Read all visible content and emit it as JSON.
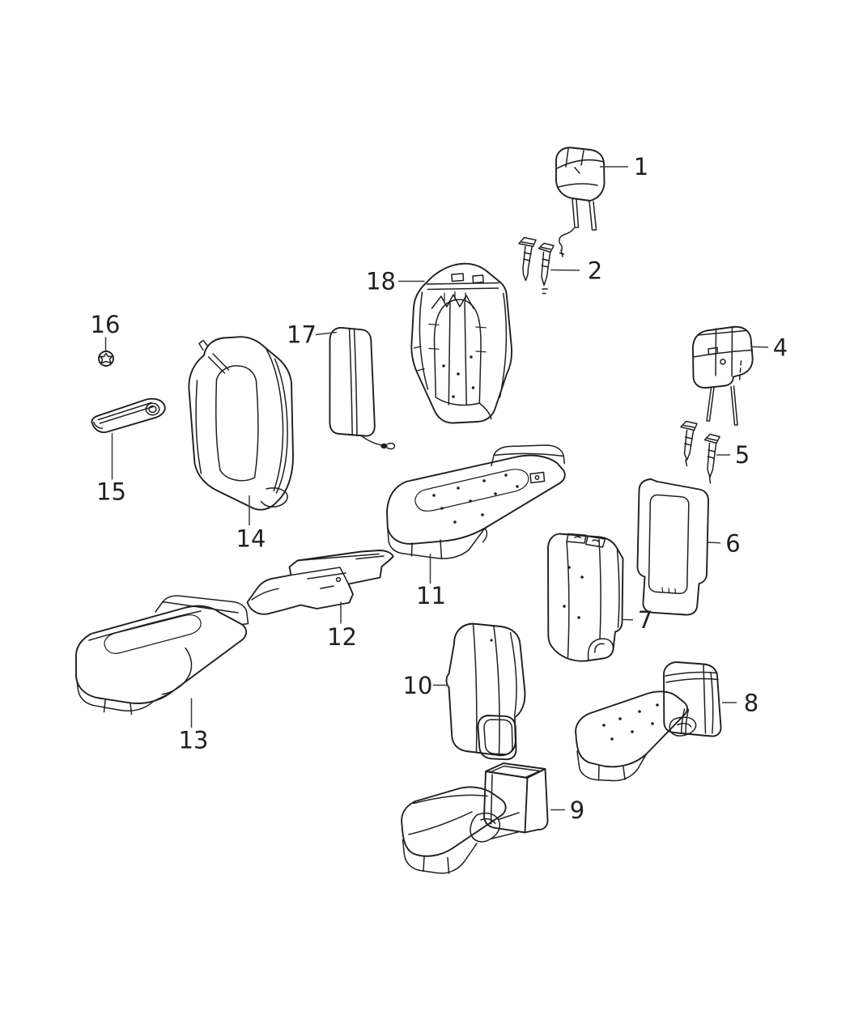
{
  "diagram": {
    "colors": {
      "background": "#ffffff",
      "line": "#1f1f1f",
      "leader": "#3a3a3a",
      "label": "#231f20"
    },
    "callouts": [
      {
        "number": "1"
      },
      {
        "number": "2"
      },
      {
        "number": "4"
      },
      {
        "number": "5"
      },
      {
        "number": "6"
      },
      {
        "number": "7"
      },
      {
        "number": "8"
      },
      {
        "number": "9"
      },
      {
        "number": "10"
      },
      {
        "number": "11"
      },
      {
        "number": "12"
      },
      {
        "number": "13"
      },
      {
        "number": "14"
      },
      {
        "number": "15"
      },
      {
        "number": "16"
      },
      {
        "number": "17"
      },
      {
        "number": "18"
      }
    ]
  }
}
